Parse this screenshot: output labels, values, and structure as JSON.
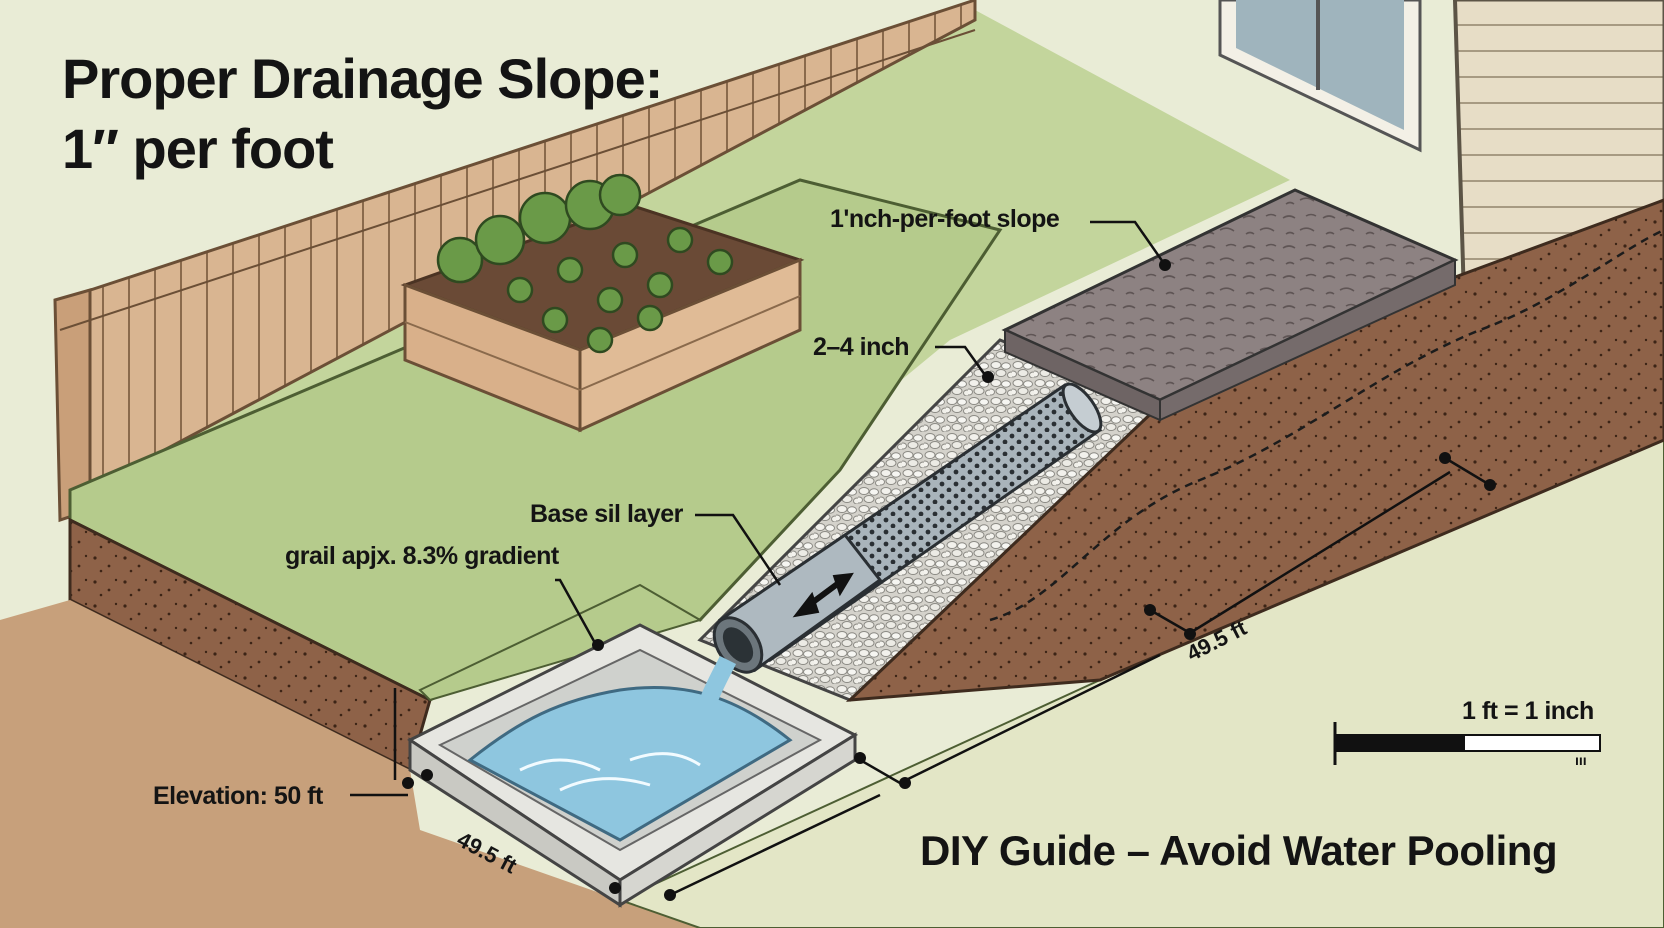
{
  "title": {
    "line1": "Proper Drainage Slope:",
    "line2": "1″ per foot"
  },
  "callouts": {
    "slope": "1'nch-per-foot slope",
    "gravel_depth": "2–4 inch",
    "base_soil": "Base sil layer",
    "gradient": "grail apjx. 8.3% gradient",
    "elevation": "Elevation: 50 ft"
  },
  "dimensions": {
    "side_length": "49.5 ft",
    "front_length": "49.5 ft"
  },
  "scale_bar": {
    "label": "1 ft = 1 inch",
    "ticks": "ııı"
  },
  "footer": "DIY Guide – Avoid Water Pooling",
  "colors": {
    "sky": "#e9ecd6",
    "lawn": "#b6cb8e",
    "lawn_far": "#c4d69c",
    "fence": "#d8b48e",
    "soil": "#8e6248",
    "ground": "#c8a27d",
    "pavement": "#8c8080",
    "pipe": "#a4b0b8",
    "water": "#8ec4de",
    "house": "#e6dcc6",
    "ink": "#141414"
  }
}
